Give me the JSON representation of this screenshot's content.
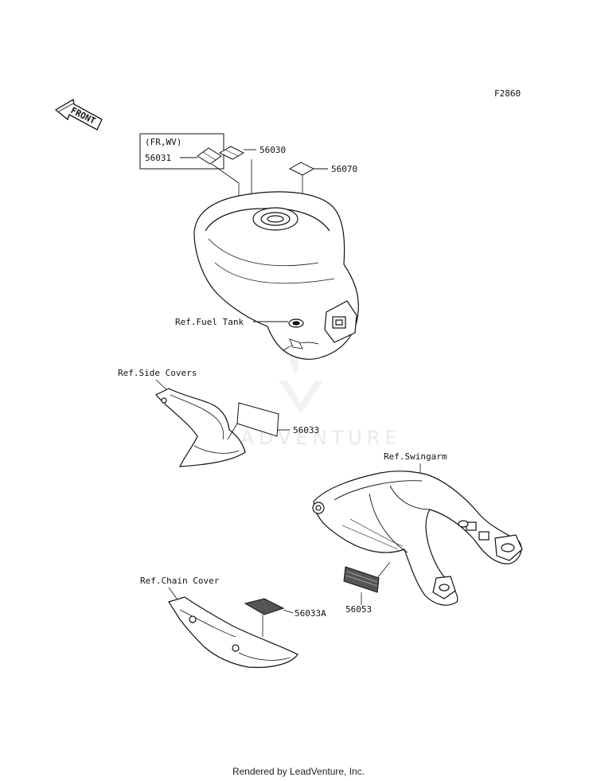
{
  "figure_code": "F2860",
  "front_label": "FRONT",
  "callouts": {
    "region_note": "(FR,WV)",
    "p56031": "56031",
    "p56030": "56030",
    "p56070": "56070",
    "ref_fuel_tank": "Ref.Fuel Tank",
    "ref_side_covers": "Ref.Side Covers",
    "p56033": "56033",
    "ref_swingarm": "Ref.Swingarm",
    "p56053": "56053",
    "ref_chain_cover": "Ref.Chain Cover",
    "p56033a": "56033A"
  },
  "watermark": "LEADVENTURE",
  "footer": "Rendered by LeadVenture, Inc."
}
